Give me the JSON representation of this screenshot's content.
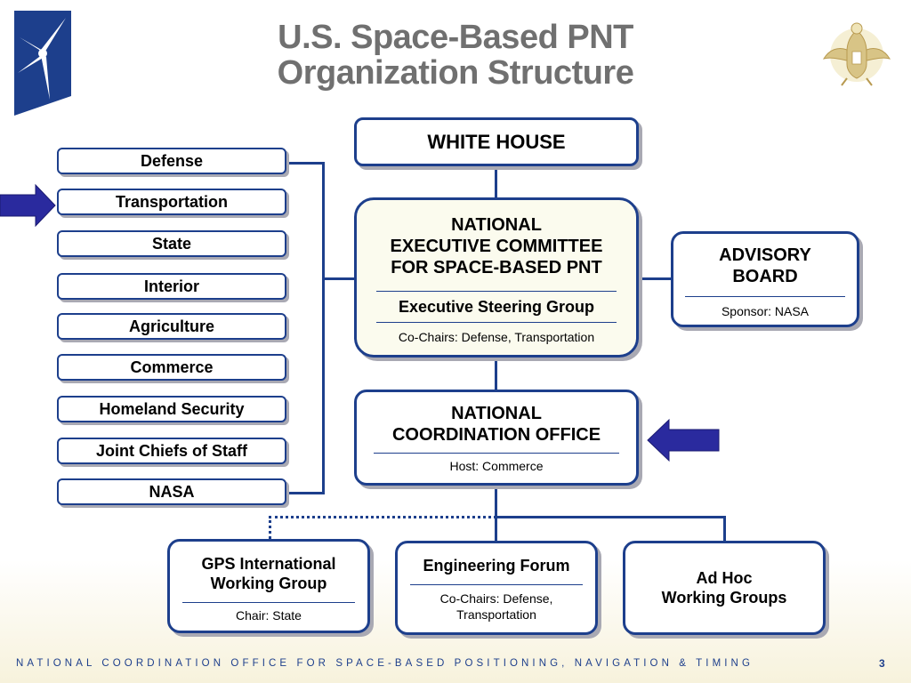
{
  "slide": {
    "title_line1": "U.S. Space-Based PNT",
    "title_line2": "Organization Structure",
    "page_number": "3",
    "footer": "NATIONAL COORDINATION OFFICE FOR SPACE-BASED POSITIONING, NAVIGATION & TIMING"
  },
  "departments": [
    "Defense",
    "Transportation",
    "State",
    "Interior",
    "Agriculture",
    "Commerce",
    "Homeland Security",
    "Joint Chiefs of Staff",
    "NASA"
  ],
  "white_house": {
    "label": "WHITE HOUSE"
  },
  "excom": {
    "line1": "NATIONAL",
    "line2": "EXECUTIVE COMMITTEE",
    "line3": "FOR SPACE-BASED PNT",
    "steering": "Executive Steering Group",
    "cochairs": "Co-Chairs: Defense, Transportation"
  },
  "advisory": {
    "line1": "ADVISORY",
    "line2": "BOARD",
    "sponsor": "Sponsor: NASA"
  },
  "nco": {
    "line1": "NATIONAL",
    "line2": "COORDINATION OFFICE",
    "host": "Host: Commerce"
  },
  "gps_iwg": {
    "line1": "GPS International",
    "line2": "Working Group",
    "chair": "Chair: State"
  },
  "eng_forum": {
    "label": "Engineering Forum",
    "cochairs_line1": "Co-Chairs: Defense,",
    "cochairs_line2": "Transportation"
  },
  "adhoc": {
    "line1": "Ad Hoc",
    "line2": "Working Groups"
  },
  "colors": {
    "accent": "#1d3f8c",
    "arrow": "#2a2a9e",
    "title": "#707070",
    "excom_bg": "#fbfbee"
  }
}
